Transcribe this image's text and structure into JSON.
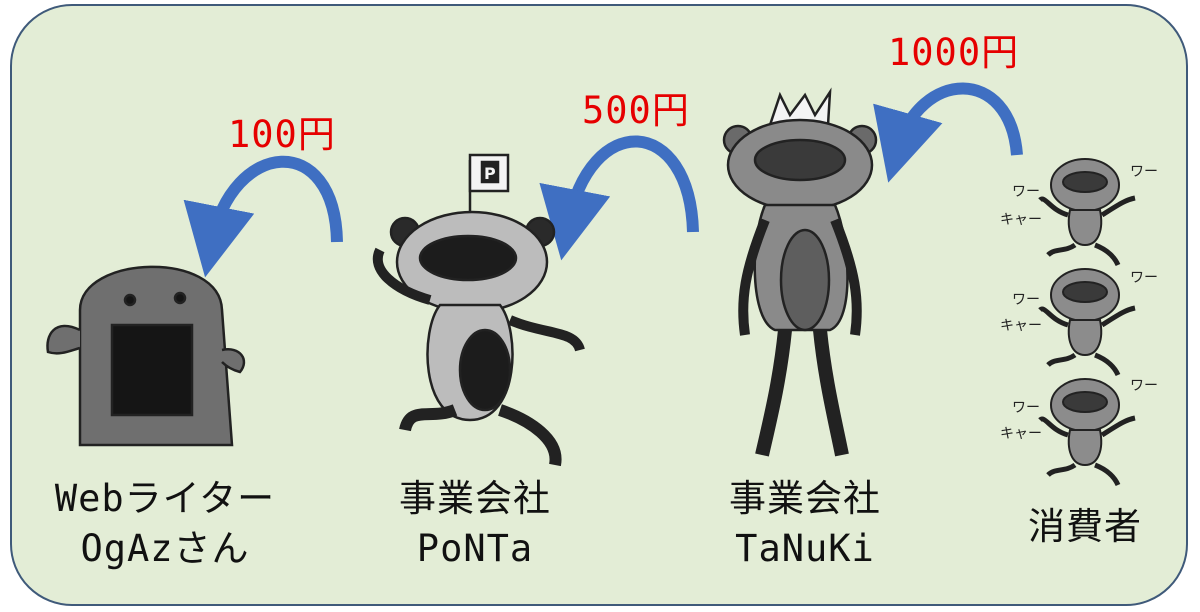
{
  "flow": [
    {
      "price": "100円"
    },
    {
      "price": "500円"
    },
    {
      "price": "1000円"
    }
  ],
  "actors": [
    {
      "line1": "Webライター",
      "line2": "OgAzさん"
    },
    {
      "line1": "事業会社",
      "line2": "PoNTa"
    },
    {
      "line1": "事業会社",
      "line2": "TaNuKi"
    },
    {
      "line1": "消費者"
    }
  ],
  "sounds": [
    "ワー",
    "キャー"
  ],
  "flag_letter": "P",
  "colors": {
    "background": "#e3edd6",
    "arrow": "#3f6fc2",
    "price": "#e60000"
  }
}
